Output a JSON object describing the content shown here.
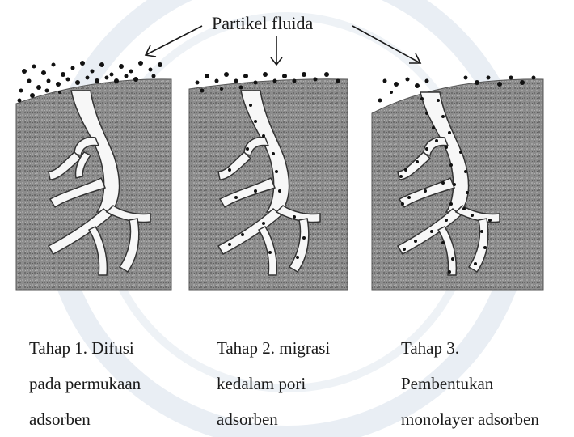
{
  "figure": {
    "label": "Partikel fluida",
    "stages": [
      {
        "lines": [
          "Tahap 1. Difusi",
          "pada permukaan",
          "adsorben"
        ]
      },
      {
        "lines": [
          "Tahap 2. migrasi",
          "kedalam pori",
          "adsorben"
        ]
      },
      {
        "lines": [
          "Tahap 3.",
          "Pembentukan",
          "monolayer adsorben"
        ]
      }
    ]
  },
  "colors": {
    "adsorbent_fill": "#8c8c8c",
    "pore_fill": "#f6f6f6",
    "particle": "#111111",
    "watermark": "#e8edf3"
  }
}
